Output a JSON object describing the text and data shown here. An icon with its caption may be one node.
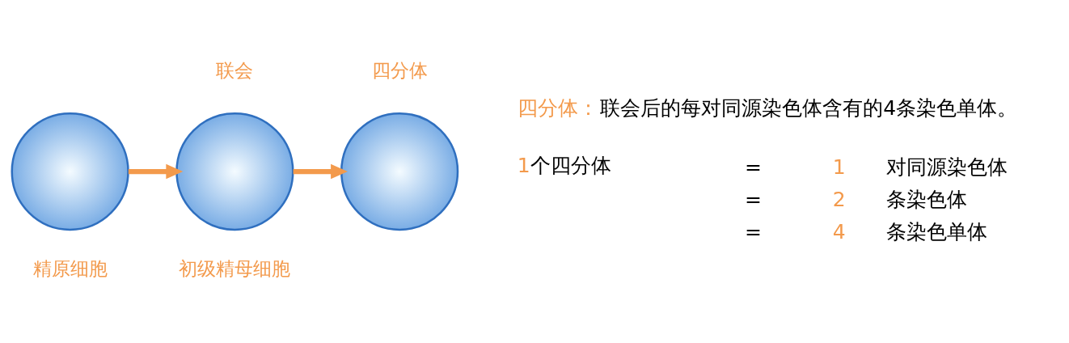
{
  "diagram": {
    "nodes": [
      {
        "text": [],
        "shape": "circle",
        "beside": [
          "精原细胞"
        ]
      },
      {
        "text": [],
        "shape": "circle",
        "beside": [
          "联会"
        ]
      },
      {
        "text": [],
        "shape": "circle",
        "beside": [
          "四分体"
        ]
      }
    ],
    "edges": [
      {
        "from": 0,
        "to": 1,
        "arrow": "to"
      },
      {
        "from": 1,
        "to": 2,
        "arrow": "to"
      }
    ],
    "labels": [
      "初级精母细胞",
      "四分体：",
      "联会后的每对同源染色体含有的4条染色单体。",
      "1",
      "个四分体",
      "=",
      "1",
      "对同源染色体",
      "=",
      "2",
      "条染色体",
      "=",
      "4",
      "条染色单体"
    ]
  }
}
